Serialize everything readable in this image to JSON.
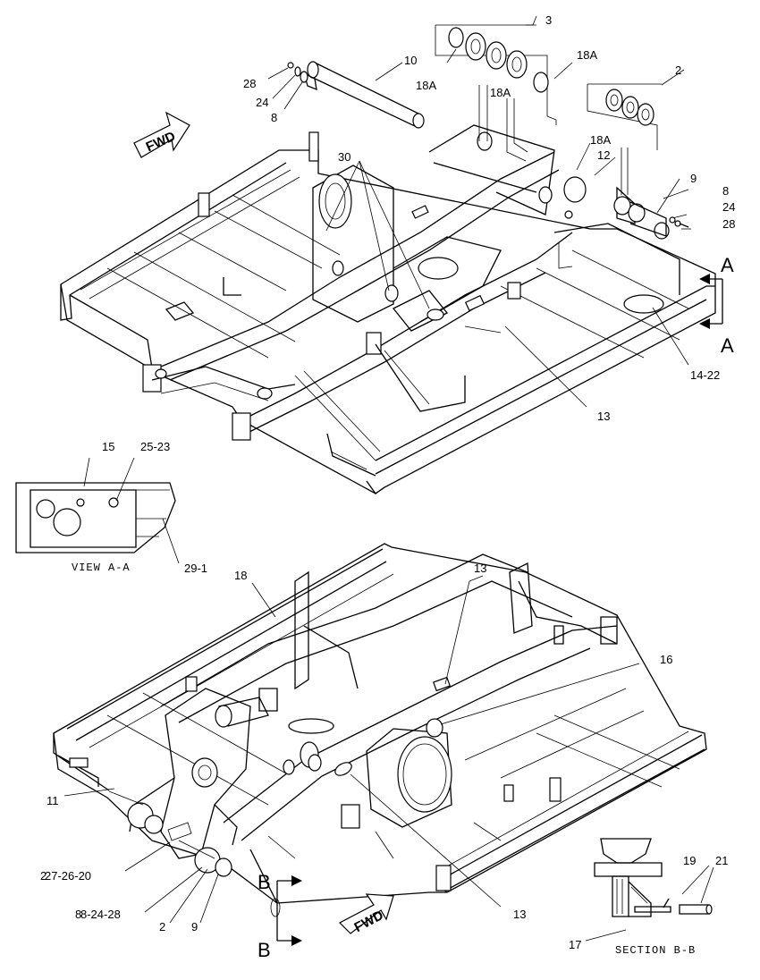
{
  "top": {
    "callouts": {
      "c3": "3",
      "c2": "2",
      "c10": "10",
      "c18a_1": "18A",
      "c18a_2": "18A",
      "c18a_3": "18A",
      "c18a_4": "18A",
      "c28_l": "28",
      "c24_l": "24",
      "c8_l": "8",
      "c30": "30",
      "c12": "12",
      "c9": "9",
      "c8_r": "8",
      "c24_r": "24",
      "c28_r": "28",
      "cA1": "A",
      "cA2": "A",
      "c14_22": "14-22",
      "c13": "13"
    },
    "fwd_label": "FWD"
  },
  "view_aa": {
    "title": "VIEW A-A",
    "callouts": {
      "c15": "15",
      "c25_23": "25-23",
      "c29_1": "29-1"
    }
  },
  "bottom": {
    "callouts": {
      "c18": "18",
      "c13_top": "13",
      "c16": "16",
      "c11": "11",
      "c27_26_20": "27-26-20",
      "c8_24_28": "8-24-28",
      "c2": "2",
      "c9": "9",
      "c13_bot": "13",
      "cB1": "B",
      "cB2": "B"
    },
    "fwd_label": "FWD"
  },
  "section_bb": {
    "title": "SECTION B-B",
    "callouts": {
      "c19": "19",
      "c21": "21",
      "c17": "17"
    }
  },
  "partial_marks": {
    "m1": "2",
    "m2": "8"
  }
}
